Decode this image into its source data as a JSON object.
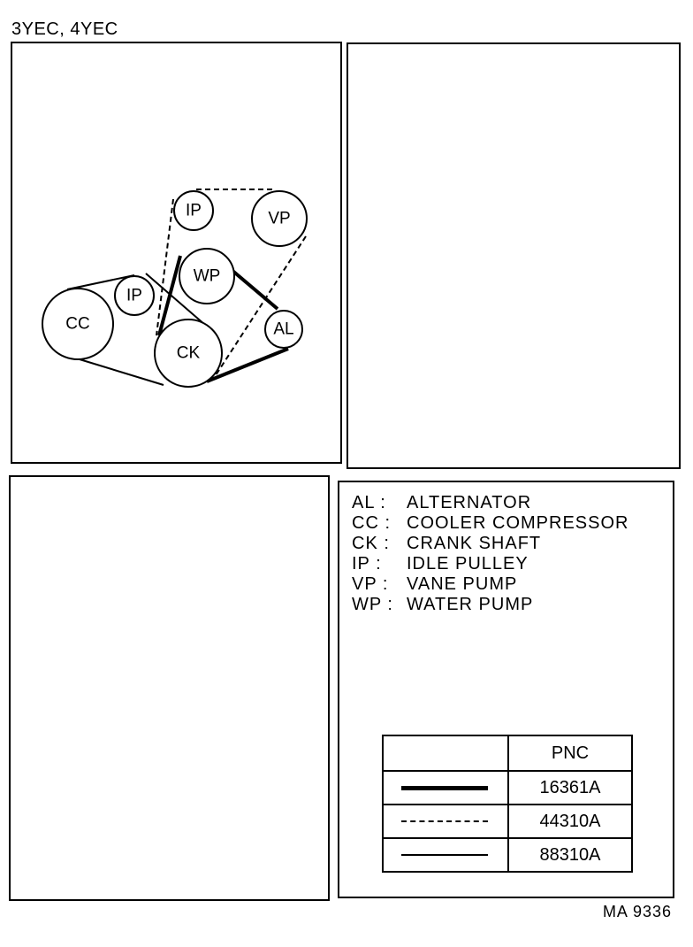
{
  "title": "3YEC, 4YEC",
  "diagram": {
    "pulleys": [
      {
        "id": "cc",
        "label": "CC"
      },
      {
        "id": "ip1",
        "label": "IP"
      },
      {
        "id": "ck",
        "label": "CK"
      },
      {
        "id": "wp",
        "label": "WP"
      },
      {
        "id": "ip2",
        "label": "IP"
      },
      {
        "id": "vp",
        "label": "VP"
      },
      {
        "id": "al",
        "label": "AL"
      }
    ],
    "belts": [
      {
        "pnc": "16361A",
        "style": "thick",
        "route": [
          "ck",
          "wp",
          "al"
        ]
      },
      {
        "pnc": "44310A",
        "style": "dashed",
        "route": [
          "ck",
          "ip2",
          "vp"
        ]
      },
      {
        "pnc": "88310A",
        "style": "thin",
        "route": [
          "cc",
          "ip1",
          "ck"
        ]
      }
    ]
  },
  "legend": [
    {
      "code": "AL :",
      "name": "ALTERNATOR"
    },
    {
      "code": "CC :",
      "name": "COOLER COMPRESSOR"
    },
    {
      "code": "CK :",
      "name": "CRANK SHAFT"
    },
    {
      "code": "IP  :",
      "name": "IDLE PULLEY"
    },
    {
      "code": "VP :",
      "name": "VANE PUMP"
    },
    {
      "code": "WP :",
      "name": "WATER PUMP"
    }
  ],
  "pnc_table": {
    "header": "PNC",
    "rows": [
      {
        "line_style": "thick",
        "pnc": "16361A"
      },
      {
        "line_style": "dashed",
        "pnc": "44310A"
      },
      {
        "line_style": "thin",
        "pnc": "88310A"
      }
    ]
  },
  "reference": "MA  9336"
}
